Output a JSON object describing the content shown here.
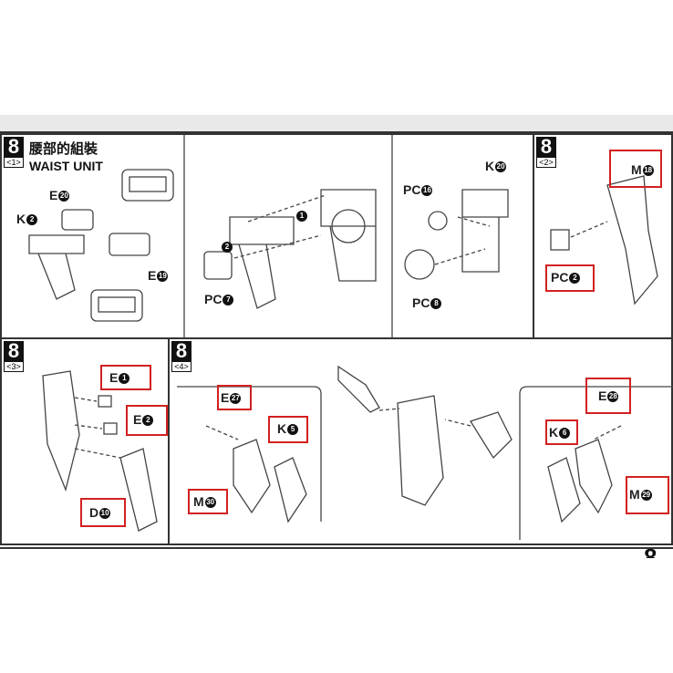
{
  "step_number": "8",
  "panel1": {
    "sub": "<1>",
    "title_cn": "腰部的組裝",
    "title_en": "WAIST UNIT",
    "labels": [
      {
        "part": "E",
        "num": "20"
      },
      {
        "part": "K",
        "num": "2"
      },
      {
        "part": "E",
        "num": "19"
      },
      {
        "part": "PC",
        "num": "7"
      },
      {
        "part": "",
        "num": "1"
      },
      {
        "part": "",
        "num": "2"
      },
      {
        "part": "PC",
        "num": "16"
      },
      {
        "part": "K",
        "num": "20"
      },
      {
        "part": "PC",
        "num": "8"
      }
    ]
  },
  "panel2": {
    "sub": "<2>",
    "labels": [
      {
        "part": "M",
        "num": "18"
      },
      {
        "part": "PC",
        "num": "2"
      }
    ]
  },
  "panel3": {
    "sub": "<3>",
    "labels": [
      {
        "part": "E",
        "num": "1"
      },
      {
        "part": "E",
        "num": "2"
      },
      {
        "part": "D",
        "num": "10"
      }
    ]
  },
  "panel4": {
    "sub": "<4>",
    "labels": [
      {
        "part": "E",
        "num": "27"
      },
      {
        "part": "K",
        "num": "5"
      },
      {
        "part": "M",
        "num": "30"
      },
      {
        "part": "E",
        "num": "28"
      },
      {
        "part": "K",
        "num": "6"
      },
      {
        "part": "M",
        "num": "29"
      }
    ]
  },
  "highlight_color": "#d32020"
}
